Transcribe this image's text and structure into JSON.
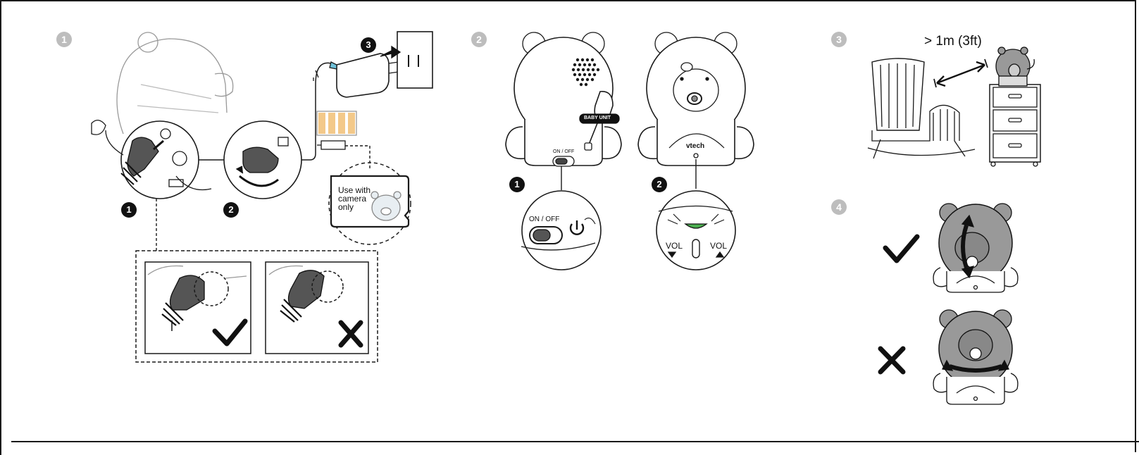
{
  "steps": {
    "step1": {
      "number": "1",
      "sub1": "1",
      "sub2": "2",
      "sub3": "3"
    },
    "step2": {
      "number": "2",
      "sub1": "1",
      "sub2": "2"
    },
    "step3": {
      "number": "3"
    },
    "step4": {
      "number": "4"
    }
  },
  "notes": {
    "use_with_line1": "Use with",
    "use_with_line2": "camera",
    "use_with_line3": "only"
  },
  "switch": {
    "label": "ON / OFF",
    "small_label": "ON / OFF"
  },
  "unit_tag": "BABY UNIT",
  "volume": {
    "down_label": "VOL",
    "up_label": "VOL"
  },
  "brand": "vtech",
  "distance": "> 1m (3ft)",
  "colors": {
    "indicator_led": "#4caf50",
    "badge_gray": "#bdbdbd",
    "line": "#1a1a1a"
  }
}
